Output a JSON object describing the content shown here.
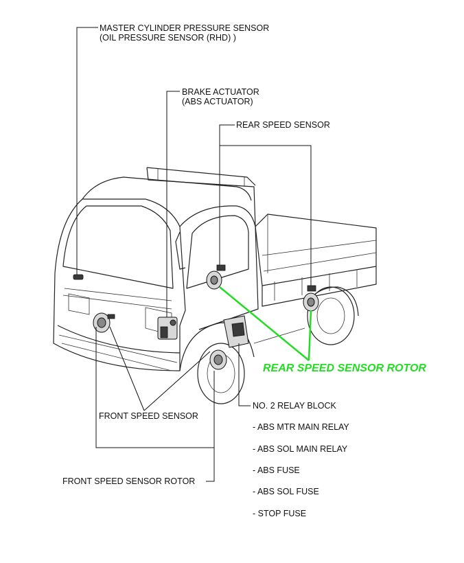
{
  "labels": {
    "master_cylinder_line1": "MASTER CYLINDER PRESSURE SENSOR",
    "master_cylinder_line2": "(OIL PRESSURE SENSOR (RHD) )",
    "brake_actuator_line1": "BRAKE ACTUATOR",
    "brake_actuator_line2": "(ABS ACTUATOR)",
    "rear_speed_sensor": "REAR SPEED SENSOR",
    "rear_speed_sensor_rotor": "REAR SPEED SENSOR ROTOR",
    "front_speed_sensor": "FRONT SPEED SENSOR",
    "front_speed_sensor_rotor": "FRONT SPEED SENSOR ROTOR",
    "relay_block": "NO. 2 RELAY BLOCK"
  },
  "relay_block_items": [
    "- ABS MTR MAIN RELAY",
    "- ABS SOL MAIN RELAY",
    "- ABS FUSE",
    "- ABS SOL FUSE",
    "- STOP FUSE"
  ],
  "colors": {
    "leader_line": "#111111",
    "highlight": "#22dd22"
  }
}
